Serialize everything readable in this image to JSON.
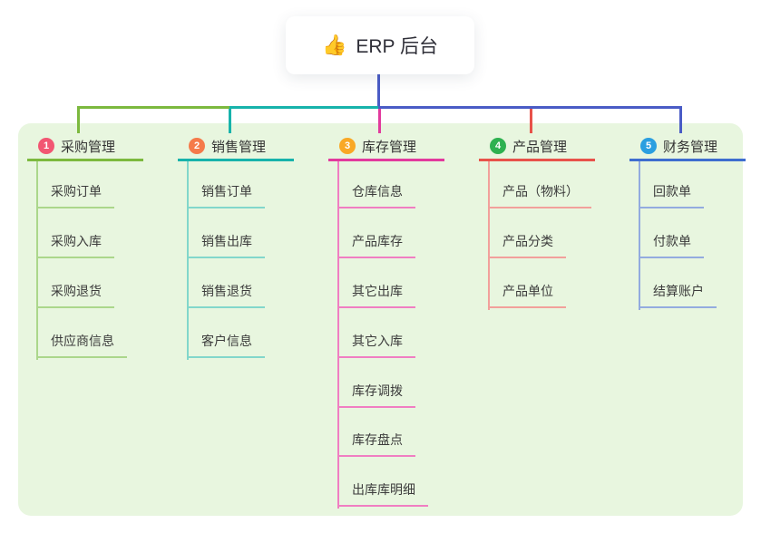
{
  "root": {
    "icon": "👍",
    "label": "ERP 后台"
  },
  "branches": [
    {
      "number": "1",
      "title": "采购管理",
      "badge_color": "#f25672",
      "line_color": "#7cb93e",
      "child_line_color": "#abd78b",
      "children": [
        "采购订单",
        "采购入库",
        "采购退货",
        "供应商信息"
      ]
    },
    {
      "number": "2",
      "title": "销售管理",
      "badge_color": "#f57a4a",
      "line_color": "#17b3ab",
      "child_line_color": "#82d7cb",
      "children": [
        "销售订单",
        "销售出库",
        "销售退货",
        "客户信息"
      ]
    },
    {
      "number": "3",
      "title": "库存管理",
      "badge_color": "#f9a825",
      "line_color": "#e23a9d",
      "child_line_color": "#f07ec2",
      "children": [
        "仓库信息",
        "产品库存",
        "其它出库",
        "其它入库",
        "库存调拨",
        "库存盘点",
        "出库库明细"
      ]
    },
    {
      "number": "4",
      "title": "产品管理",
      "badge_color": "#2eb150",
      "line_color": "#e8524a",
      "child_line_color": "#f2a09b",
      "children": [
        "产品（物料）",
        "产品分类",
        "产品单位"
      ]
    },
    {
      "number": "5",
      "title": "财务管理",
      "badge_color": "#2b9fe0",
      "line_color": "#3e6dcf",
      "child_line_color": "#93abdf",
      "children": [
        "回款单",
        "付款单",
        "结算账户"
      ]
    }
  ],
  "colors": {
    "canvas_bg": "#ffffff",
    "panel_bg": "#e8f6df",
    "root_connector": "#4a5cc6",
    "text": "#333333"
  }
}
